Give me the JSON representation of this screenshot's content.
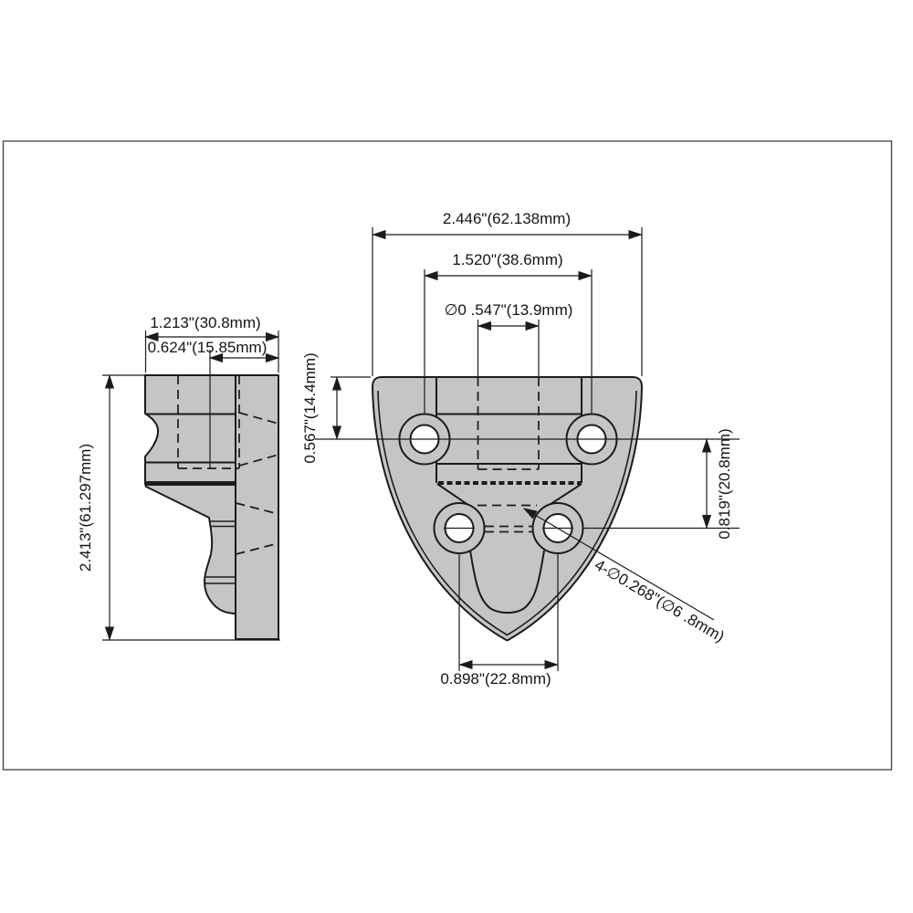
{
  "front_view": {
    "overall_width": "2.446\"(62.138mm)",
    "hole_spacing_top": "1.520\"(38.6mm)",
    "boss_diameter": "∅0 .547\"(13.9mm)",
    "edge_to_hole": "0.567\"(14.4mm)",
    "hole_row_spacing": "0.819\"(20.8mm)",
    "hole_spacing_bottom": "0.898\"(22.8mm)",
    "hole_callout": "4-∅0.268\"(∅6 .8mm)"
  },
  "side_view": {
    "overall_depth": "1.213\"(30.8mm)",
    "step_depth": "0.624\"(15.85mm)",
    "overall_height": "2.413\"(61.297mm)"
  },
  "colors": {
    "part_fill": "#c5c5c5",
    "line_color": "#1b1b1b",
    "frame_color": "#4c4c4c",
    "background": "#ffffff"
  }
}
